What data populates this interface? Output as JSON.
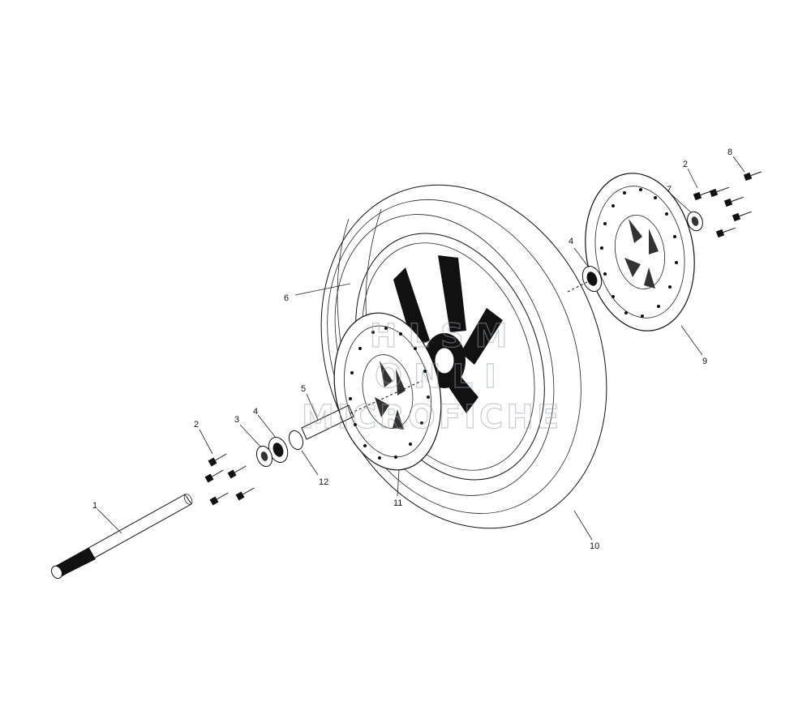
{
  "callouts": {
    "c1": "1",
    "c2a": "2",
    "c3": "3",
    "c4a": "4",
    "c5": "5",
    "c6": "6",
    "c12": "12",
    "c11": "11",
    "c10": "10",
    "c4b": "4",
    "c9": "9",
    "c2b": "2",
    "c7": "7",
    "c8": "8"
  },
  "watermark": {
    "line1": "HLSM",
    "line2": "ONLI",
    "line3": "MICROFICHE"
  },
  "colors": {
    "line": "#111111",
    "background": "#ffffff",
    "watermark": "#9aa3ad"
  }
}
